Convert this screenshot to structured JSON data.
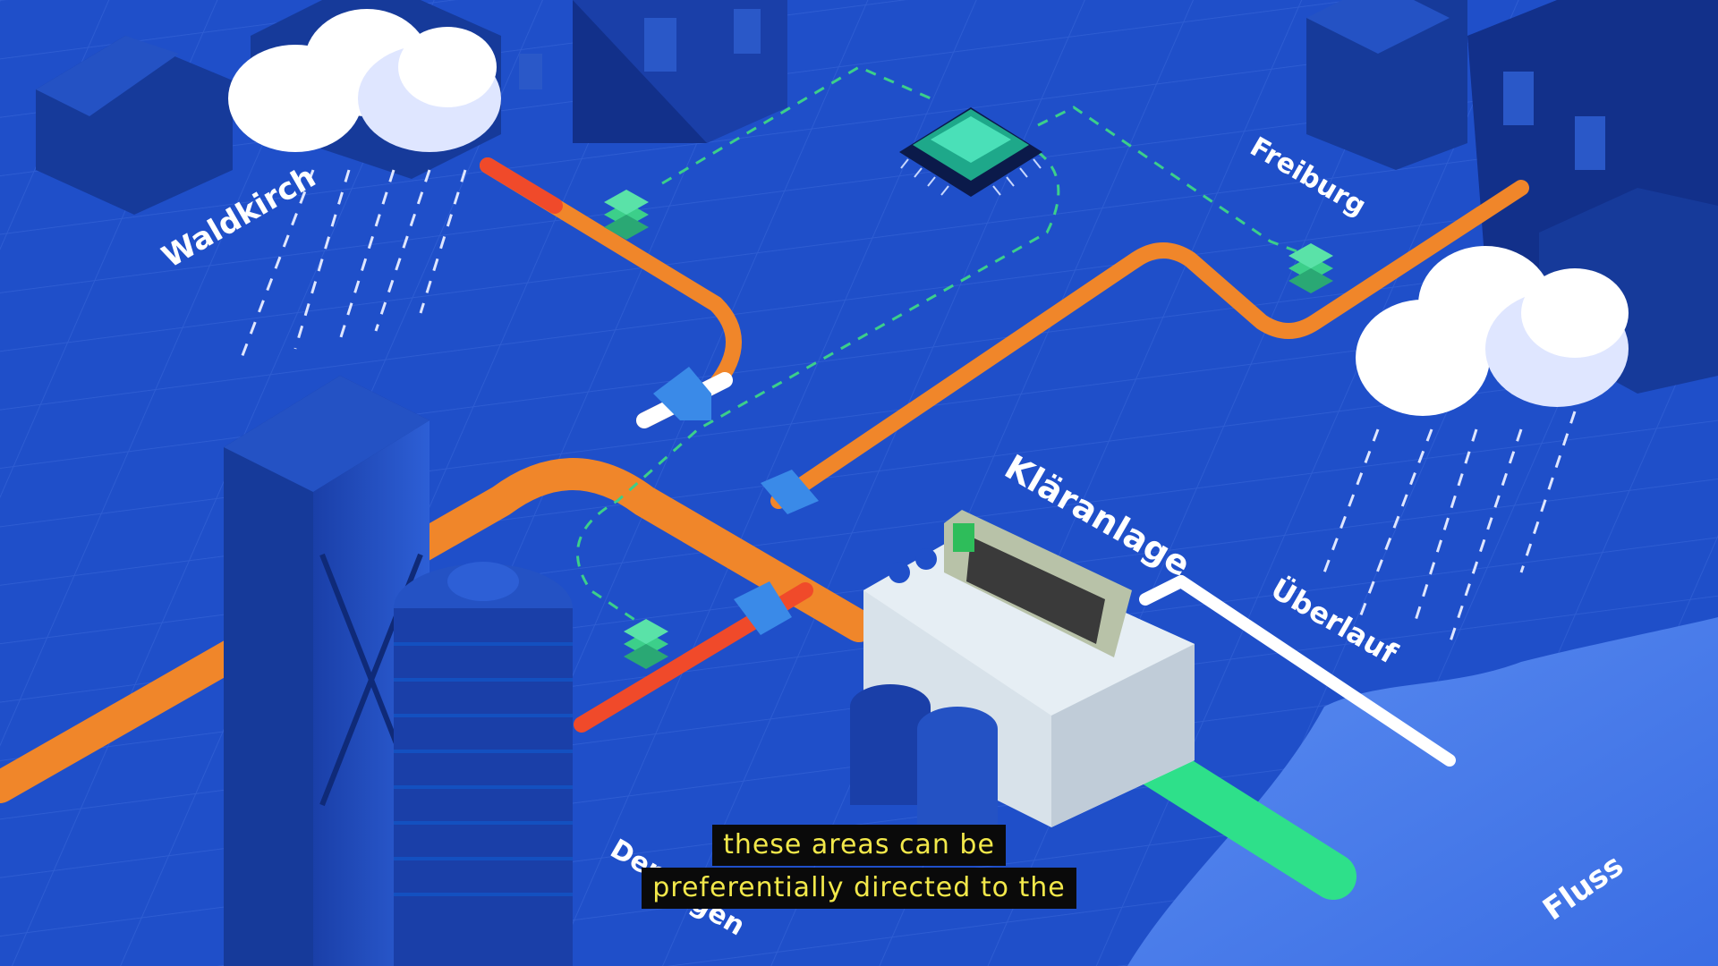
{
  "labels": {
    "waldkirch": "Waldkirch",
    "freiburg": "Freiburg",
    "klaeranlage": "Kläranlage",
    "ueberlauf": "Überlauf",
    "fluss": "Fluss",
    "partial_label_top": "Den",
    "partial_label_bottom": "gen"
  },
  "subtitle": {
    "line1": "these areas can be",
    "line2": "preferentially directed to the"
  },
  "colors": {
    "background": "#1f4fc9",
    "pipe_orange": "#f0862a",
    "pipe_red": "#f04a2a",
    "network_green": "#3ccf8a",
    "outflow_green": "#2ee08a",
    "outflow_white": "#ffffff",
    "cloud": "#eaf0ff",
    "building_dark": "#163a9a",
    "subtitle_text": "#f2e84a",
    "subtitle_bg": "#0a0a0a"
  },
  "icons": {
    "processor": "chip-icon",
    "sensor": "sensor-stack-icon",
    "valve": "valve-icon",
    "cloud": "rain-cloud-icon"
  }
}
